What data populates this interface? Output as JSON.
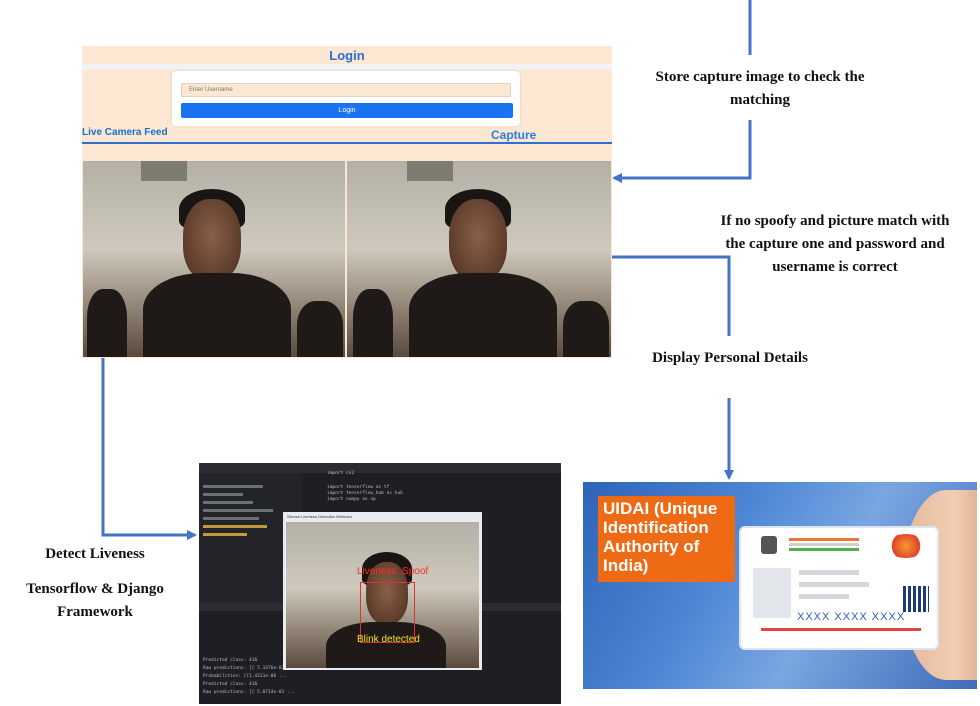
{
  "login_app": {
    "title": "Login",
    "username_placeholder": "Enter Username",
    "login_button": "Login",
    "live_feed_label": "Live Camera Feed",
    "capture_label": "Capture"
  },
  "annotations": {
    "store_capture": "Store capture image to check the matching",
    "if_no_spoof": "If no spoofy and picture match with the capture one and password and username is correct",
    "display_details": "Display Personal Details",
    "detect_liveness": "Detect Liveness",
    "framework": "Tensorflow & Django Framework"
  },
  "liveness_demo": {
    "window_title": "Silence Liveness Detection Webcam",
    "liveness_label": "Liveness: Spoof",
    "blink_label": "Blink detected",
    "code_lines": [
      "import cv2",
      "",
      "import tensorflow as tf",
      "import tensorflow_hub as hub",
      "import numpy as np"
    ],
    "console_lines": [
      "Predicted class: 416",
      "Raw predictions: [[ 5.1476e-03 ...",
      "Probabilities: [[1.4311e-06 ...",
      "Predicted class: 416",
      "Raw predictions: [[ 5.0714e-01 ..."
    ]
  },
  "uidai": {
    "heading": "UIDAI (Unique Identification Authority of India)",
    "card_number": "XXXX XXXX XXXX"
  },
  "colors": {
    "arrow": "#4472c4",
    "panel_bg": "#fbe7d2",
    "login_button": "#1a73f0",
    "uidai_orange": "#ef6a14"
  }
}
